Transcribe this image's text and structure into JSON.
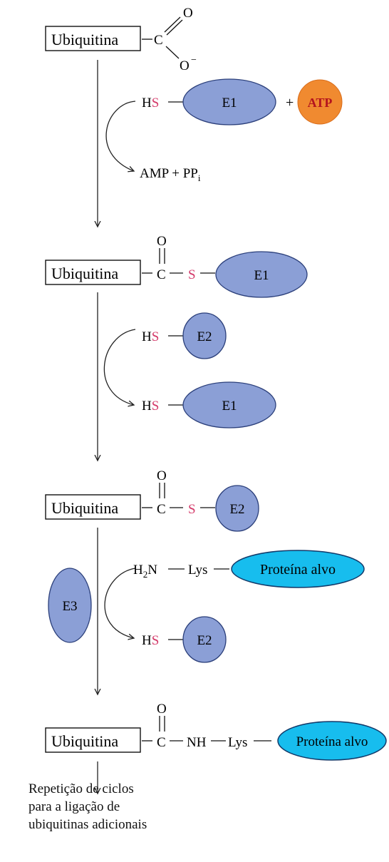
{
  "labels": {
    "ubiquitina": "Ubiquitina",
    "carbon": "C",
    "oxygen": "O",
    "minus": "−",
    "sulfur": "S",
    "h": "H",
    "hs_h": "H",
    "dash": "—",
    "plus": "+",
    "e1": "E1",
    "e2": "E2",
    "e3": "E3",
    "atp": "ATP",
    "amp_pp": "AMP + PP",
    "sub_i": "i",
    "h2n_h": "H",
    "h2n_2": "2",
    "h2n_n": "N",
    "lys": "Lys",
    "nh": "NH",
    "target_protein": "Proteína alvo"
  },
  "caption": [
    "Repetição de ciclos",
    "para a ligação de",
    "ubiquitinas adicionais"
  ],
  "colors": {
    "enzyme_fill": "#8b9fd6",
    "enzyme_stroke": "#2b3f7a",
    "atp_fill": "#f08a30",
    "atp_text": "#b4141e",
    "target_fill": "#17bdee",
    "target_stroke": "#123a6a",
    "sulfur": "#d43a6a",
    "text": "#111111"
  }
}
